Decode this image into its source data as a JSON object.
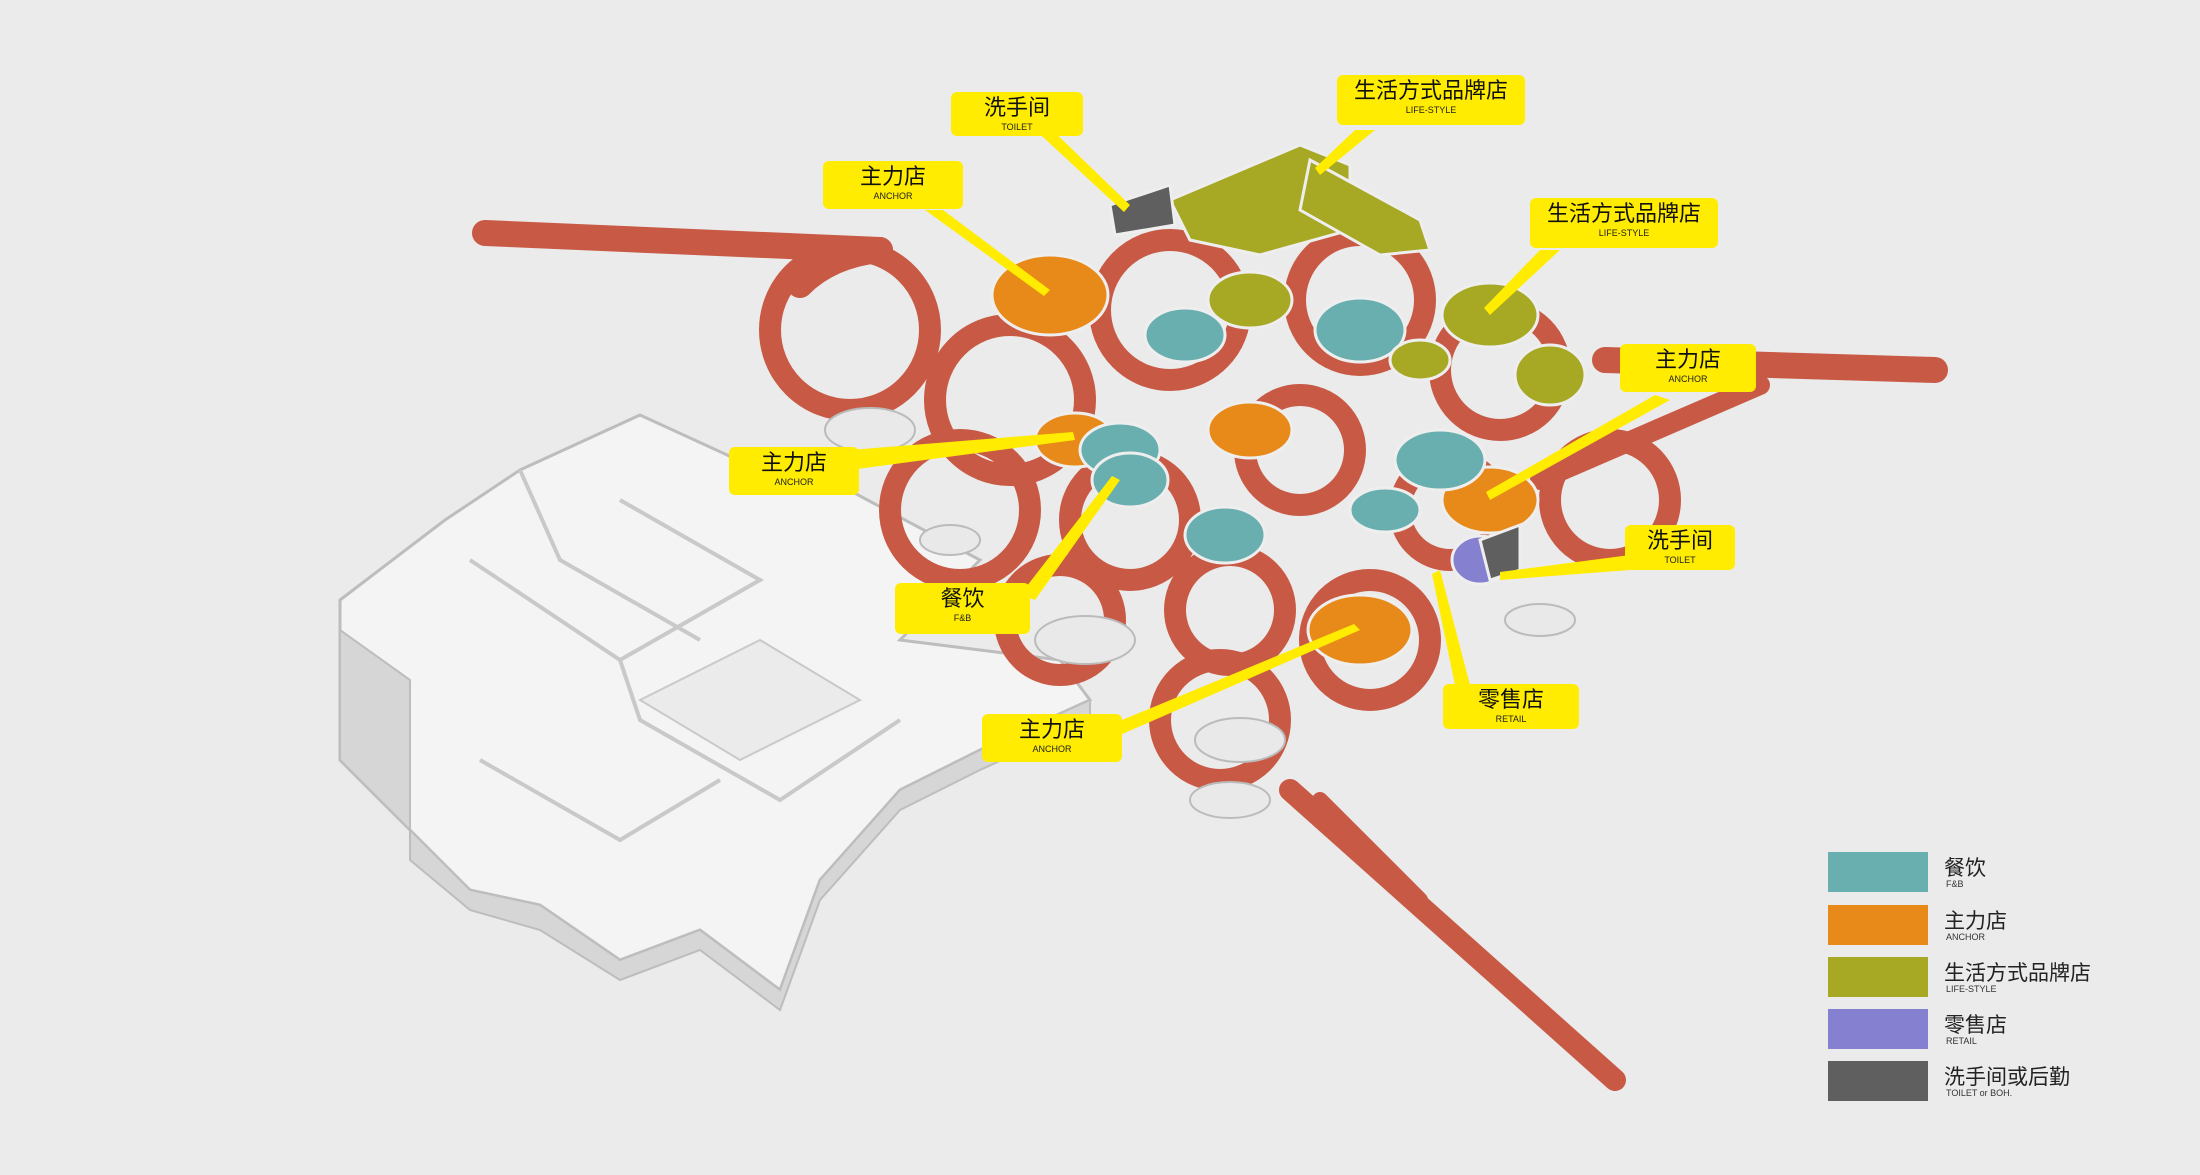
{
  "callouts": [
    {
      "id": "toilet-top",
      "zh": "洗手间",
      "en": "TOILET"
    },
    {
      "id": "lifestyle-top",
      "zh": "生活方式品牌店",
      "en": "LIFE-STYLE"
    },
    {
      "id": "anchor-top",
      "zh": "主力店",
      "en": "ANCHOR"
    },
    {
      "id": "lifestyle-right",
      "zh": "生活方式品牌店",
      "en": "LIFE-STYLE"
    },
    {
      "id": "anchor-left",
      "zh": "主力店",
      "en": "ANCHOR"
    },
    {
      "id": "anchor-right",
      "zh": "主力店",
      "en": "ANCHOR"
    },
    {
      "id": "toilet-right",
      "zh": "洗手间",
      "en": "TOILET"
    },
    {
      "id": "fnb",
      "zh": "餐饮",
      "en": "F&B"
    },
    {
      "id": "retail",
      "zh": "零售店",
      "en": "RETAIL"
    },
    {
      "id": "anchor-bottom",
      "zh": "主力店",
      "en": "ANCHOR"
    }
  ],
  "legend": [
    {
      "zh": "餐饮",
      "en": "F&B",
      "color": "#6aafb0"
    },
    {
      "zh": "主力店",
      "en": "ANCHOR",
      "color": "#e88a1a"
    },
    {
      "zh": "生活方式品牌店",
      "en": "LIFE-STYLE",
      "color": "#a7a823"
    },
    {
      "zh": "零售店",
      "en": "RETAIL",
      "color": "#8580d0"
    },
    {
      "zh": "洗手间或后勤",
      "en": "TOILET or BOH.",
      "color": "#5f5f5f"
    }
  ],
  "colors": {
    "background": "#ebebeb",
    "path": "#c85a45",
    "callout": "#ffec00",
    "fnb": "#6aafb0",
    "anchor": "#e88a1a",
    "lifestyle": "#a7a823",
    "retail": "#8580d0",
    "toilet": "#5f5f5f"
  }
}
